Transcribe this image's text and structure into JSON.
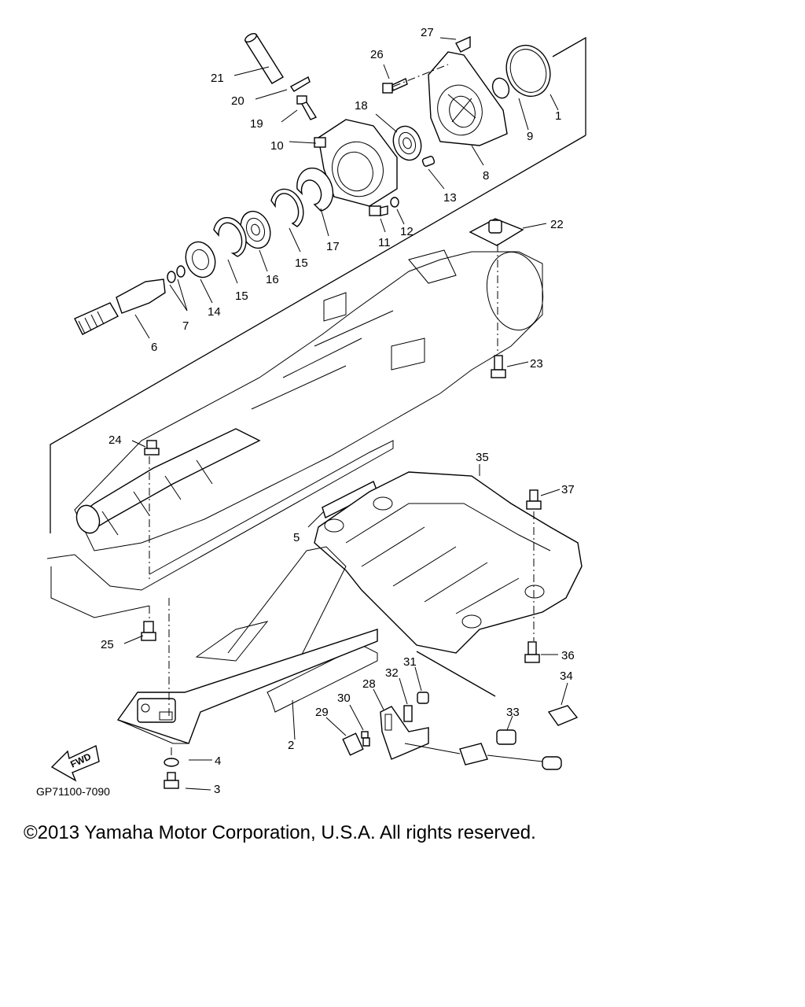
{
  "diagram": {
    "drawing_code": "GP71100-7090",
    "direction_badge": "FWD",
    "callouts": [
      "1",
      "2",
      "3",
      "4",
      "5",
      "6",
      "7",
      "8",
      "9",
      "10",
      "11",
      "12",
      "13",
      "14",
      "15",
      "15",
      "16",
      "17",
      "18",
      "19",
      "20",
      "21",
      "22",
      "23",
      "24",
      "25",
      "26",
      "27",
      "28",
      "29",
      "30",
      "31",
      "32",
      "33",
      "34",
      "35",
      "36",
      "37"
    ]
  },
  "footer": {
    "copyright": "©2013 Yamaha Motor Corporation, U.S.A. All rights reserved."
  },
  "colors": {
    "ink": "#000000",
    "background": "#ffffff"
  }
}
